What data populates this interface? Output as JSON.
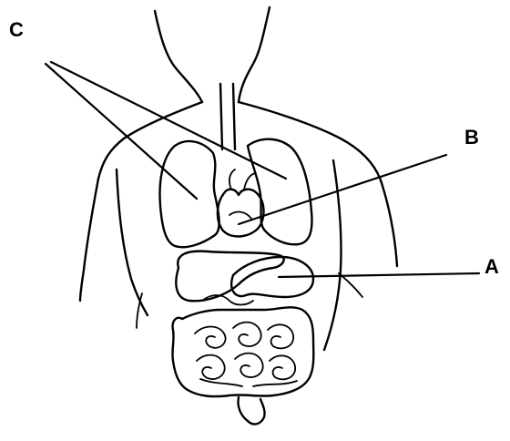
{
  "labels": {
    "c": "C",
    "b": "B",
    "a": "A"
  },
  "colors": {
    "ink": "#000000",
    "background": "#ffffff"
  }
}
